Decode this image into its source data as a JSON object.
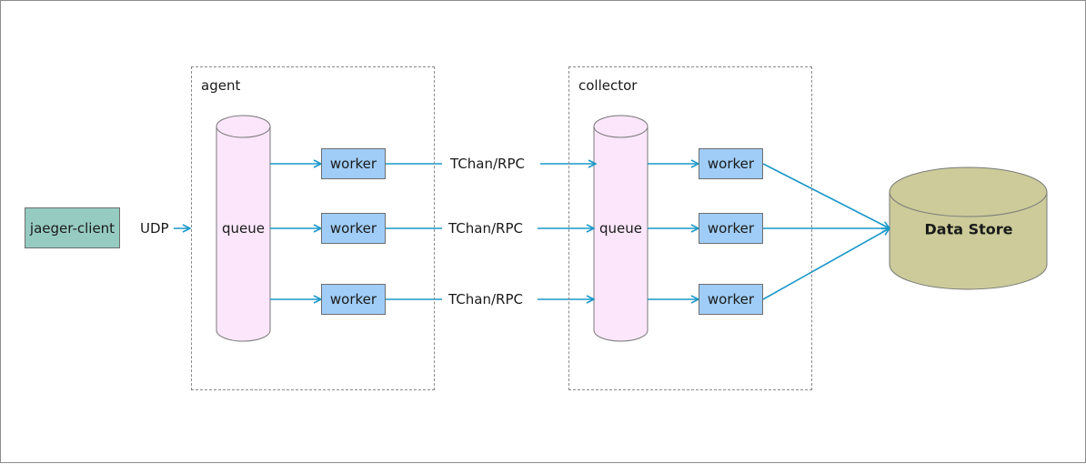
{
  "client": {
    "label": "jaeger-client",
    "fill": "#96cbc2"
  },
  "udp_label": "UDP",
  "agent": {
    "title": "agent",
    "queue_label": "queue",
    "workers": [
      {
        "label": "worker"
      },
      {
        "label": "worker"
      },
      {
        "label": "worker"
      }
    ]
  },
  "transport_labels": [
    "TChan/RPC",
    "TChan/RPC",
    "TChan/RPC"
  ],
  "collector": {
    "title": "collector",
    "queue_label": "queue",
    "workers": [
      {
        "label": "worker"
      },
      {
        "label": "worker"
      },
      {
        "label": "worker"
      }
    ]
  },
  "data_store": {
    "label": "Data Store",
    "fill": "#cccb99"
  },
  "colors": {
    "arrow": "#1a98c8",
    "queue_fill": "#fbe6fb",
    "worker_fill": "#9fcdf7",
    "dashed_border": "#8a8a8a"
  }
}
